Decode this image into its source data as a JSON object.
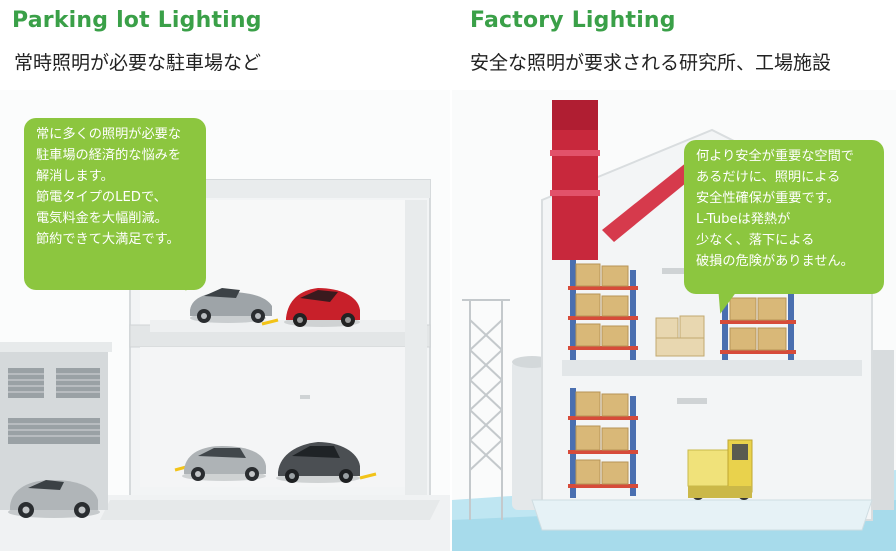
{
  "left_section": {
    "title": "Parking lot Lighting",
    "subtitle": "常時照明が必要な駐車場など",
    "bubble_lines": [
      "常に多くの照明が必要な",
      "駐車場の経済的な悩みを",
      "解消します。",
      "節電タイプのLEDで、",
      "電気料金を大幅削減。",
      "節約できて大満足です。"
    ]
  },
  "right_section": {
    "title": "Factory Lighting",
    "subtitle": "安全な照明が要求される研究所、工場施設",
    "bubble_lines": [
      "何より安全が重要な空間で",
      "あるだけに、照明による",
      "安全性確保が重要です。",
      "L-Tubeは発熱が",
      "少なく、落下による",
      "破損の危険がありません。"
    ]
  },
  "colors": {
    "title_green": "#3aa048",
    "bubble_green": "#8cc63f",
    "chimney_red": "#c8283c",
    "roof_red": "#d63a4c",
    "floor_light": "#e6f2f6",
    "water_blue": "#bfe6f2"
  }
}
